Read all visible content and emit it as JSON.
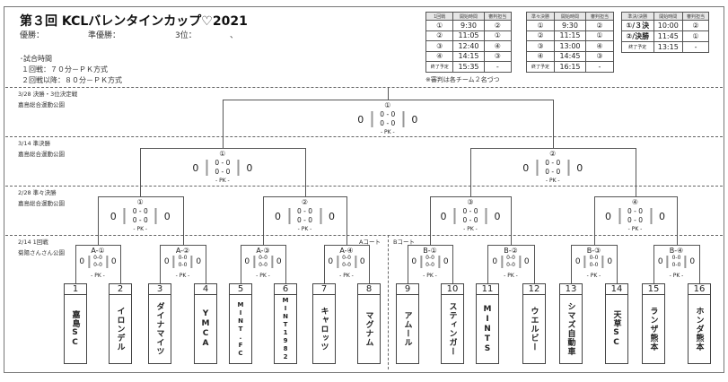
{
  "header": {
    "title": "第３回 KCLバレンタインカップ♡2021",
    "winner_label": "優勝：",
    "runner_up_label": "準優勝：",
    "third_label": "3位：",
    "third_sep": "、",
    "time_heading": "･試合時間",
    "rule1": "１回戦：７０分－ＰＫ方式",
    "rule2": "２回戦以降：８０分－ＰＫ方式"
  },
  "schedule_tables": [
    {
      "headers": [
        "1回戦",
        "開始時間",
        "審判担当"
      ],
      "rows": [
        [
          "①",
          "9:30",
          "②"
        ],
        [
          "②",
          "11:05",
          "①"
        ],
        [
          "③",
          "12:40",
          "④"
        ],
        [
          "④",
          "14:15",
          "③"
        ],
        [
          "終了予定",
          "15:35",
          "-"
        ]
      ]
    },
    {
      "headers": [
        "準々決勝",
        "開始時間",
        "審判担当"
      ],
      "rows": [
        [
          "①",
          "9:30",
          "②"
        ],
        [
          "②",
          "11:15",
          "①"
        ],
        [
          "③",
          "13:00",
          "④"
        ],
        [
          "④",
          "14:45",
          "③"
        ],
        [
          "終了予定",
          "16:15",
          "-"
        ]
      ]
    },
    {
      "headers": [
        "準決/決勝",
        "開始時間",
        "審判担当"
      ],
      "rows": [
        [
          "①/３決",
          "10:00",
          "②"
        ],
        [
          "②/決勝",
          "11:45",
          "①"
        ],
        [
          "終了予定",
          "13:15",
          "-"
        ]
      ]
    }
  ],
  "schedule_note": "※審判は各チーム２名づつ",
  "rounds": [
    {
      "date": "3/28 決勝・3位決定戦",
      "venue": "嘉島総合運動公園"
    },
    {
      "date": "3/14 準決勝",
      "venue": "嘉島総合運動公園"
    },
    {
      "date": "2/28 準々決勝",
      "venue": "嘉島総合運動公園"
    },
    {
      "date": "2/14 1回戦",
      "venue": "菊陽さんさん公園"
    }
  ],
  "courts": {
    "a": "Aコート",
    "b": "Bコート"
  },
  "matches": {
    "final": [
      {
        "label": "①",
        "left": "0",
        "right": "0",
        "h1": "0 - 0",
        "h2": "0 - 0",
        "pk": "- PK -"
      }
    ],
    "semi": [
      {
        "label": "①",
        "left": "0",
        "right": "0",
        "h1": "0 - 0",
        "h2": "0 - 0",
        "pk": "- PK -"
      },
      {
        "label": "②",
        "left": "0",
        "right": "0",
        "h1": "0 - 0",
        "h2": "0 - 0",
        "pk": "- PK -"
      }
    ],
    "quarter": [
      {
        "label": "①",
        "left": "0",
        "right": "0",
        "h1": "0 - 0",
        "h2": "0 - 0",
        "pk": "- PK -"
      },
      {
        "label": "②",
        "left": "0",
        "right": "0",
        "h1": "0 - 0",
        "h2": "0 - 0",
        "pk": "- PK -"
      },
      {
        "label": "③",
        "left": "0",
        "right": "0",
        "h1": "0 - 0",
        "h2": "0 - 0",
        "pk": "- PK -"
      },
      {
        "label": "④",
        "left": "0",
        "right": "0",
        "h1": "0 - 0",
        "h2": "0 - 0",
        "pk": "- PK -"
      }
    ],
    "first": [
      {
        "label": "A-①",
        "left": "0",
        "right": "0",
        "h1": "0-0",
        "h2": "0-0",
        "pk": "- PK -"
      },
      {
        "label": "A-②",
        "left": "0",
        "right": "0",
        "h1": "0-0",
        "h2": "0-0",
        "pk": "- PK -"
      },
      {
        "label": "A-③",
        "left": "0",
        "right": "0",
        "h1": "0-0",
        "h2": "0-0",
        "pk": "- PK -"
      },
      {
        "label": "A-④",
        "left": "0",
        "right": "0",
        "h1": "0-0",
        "h2": "0-0",
        "pk": "- PK -"
      },
      {
        "label": "B-①",
        "left": "0",
        "right": "0",
        "h1": "0-0",
        "h2": "0-0",
        "pk": "- PK -"
      },
      {
        "label": "B-②",
        "left": "0",
        "right": "0",
        "h1": "0-0",
        "h2": "0-0",
        "pk": "- PK -"
      },
      {
        "label": "B-③",
        "left": "0",
        "right": "0",
        "h1": "0-0",
        "h2": "0-0",
        "pk": "- PK -"
      },
      {
        "label": "B-④",
        "left": "0",
        "right": "0",
        "h1": "0-0",
        "h2": "0-0",
        "pk": "- PK -"
      }
    ]
  },
  "teams": [
    {
      "no": "1",
      "name": "嘉島SC"
    },
    {
      "no": "2",
      "name": "イロンデル"
    },
    {
      "no": "3",
      "name": "ダイナマイツ"
    },
    {
      "no": "4",
      "name": "YMCA"
    },
    {
      "no": "5",
      "name": "MINT.FC"
    },
    {
      "no": "6",
      "name": "MINT1982"
    },
    {
      "no": "7",
      "name": "キャロッツ"
    },
    {
      "no": "8",
      "name": "マグナム"
    },
    {
      "no": "9",
      "name": "アムール"
    },
    {
      "no": "10",
      "name": "スティンガー"
    },
    {
      "no": "11",
      "name": "MINTS"
    },
    {
      "no": "12",
      "name": "ウエルビー"
    },
    {
      "no": "13",
      "name": "シマズ自動車"
    },
    {
      "no": "14",
      "name": "天草SC"
    },
    {
      "no": "15",
      "name": "ランザ熊本"
    },
    {
      "no": "16",
      "name": "ホンダ熊本"
    }
  ]
}
